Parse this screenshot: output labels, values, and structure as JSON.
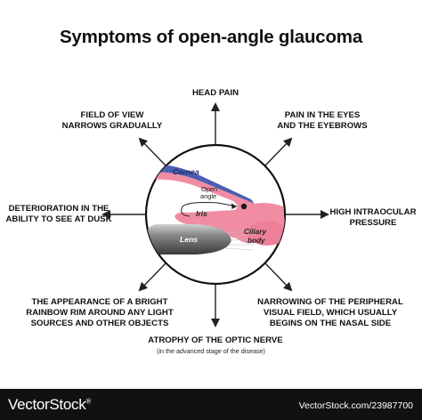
{
  "title": "Symptoms of open-angle glaucoma",
  "eye_labels": {
    "cornea": "Cornea",
    "open_angle_line1": "Open",
    "open_angle_line2": "angle",
    "iris": "Iris",
    "lens": "Lens",
    "ciliary_line1": "Ciliary",
    "ciliary_line2": "body"
  },
  "symptoms": {
    "head_pain": [
      "HEAD PAIN"
    ],
    "pain_eyes": [
      "PAIN IN THE EYES",
      "AND THE EYEBROWS"
    ],
    "intraocular_pressure": [
      "HIGH INTRAOCULAR",
      "PRESSURE"
    ],
    "peripheral_field": [
      "NARROWING OF THE PERIPHERAL",
      "VISUAL FIELD, WHICH USUALLY",
      "BEGINS ON THE NASAL SIDE"
    ],
    "optic_nerve": [
      "ATROPHY OF THE OPTIC NERVE"
    ],
    "optic_nerve_note": "(in the advanced stage of the disease)",
    "rainbow_rim": [
      "THE APPEARANCE OF A BRIGHT",
      "RAINBOW RIM AROUND ANY LIGHT",
      "SOURCES AND OTHER OBJECTS"
    ],
    "dusk_vision": [
      "DETERIORATION IN THE",
      "ABILITY TO SEE AT DUSK"
    ],
    "field_of_view": [
      "FIELD OF VIEW",
      "NARROWS GRADUALLY"
    ]
  },
  "footer": {
    "brand": "VectorStock",
    "brand_mark": "®",
    "image_number": "VectorStock.com/23987700"
  },
  "colors": {
    "iris_pink": "#f08ca4",
    "cornea_blue": "#4a5fb0",
    "footer_bg": "#111111"
  }
}
